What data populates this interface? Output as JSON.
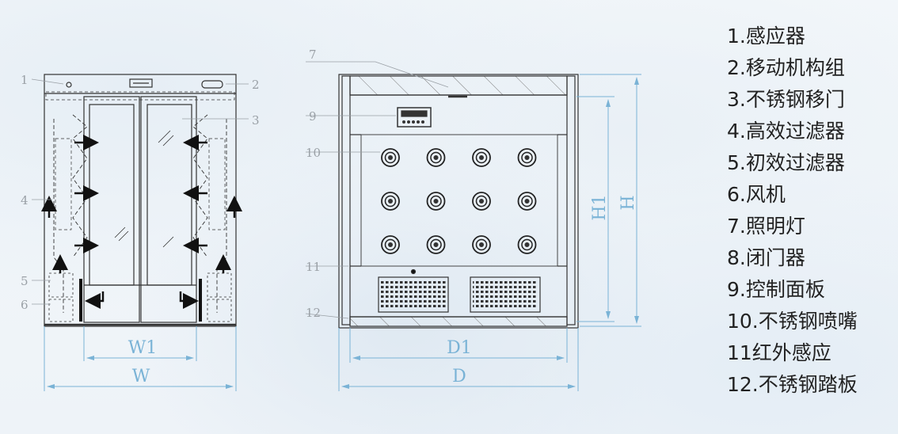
{
  "colors": {
    "line": "#333333",
    "dim": "#7ab3d6",
    "callout": "#9aa0a6",
    "legend_text": "#222222"
  },
  "front_view": {
    "callouts": [
      "1",
      "2",
      "3",
      "4",
      "5",
      "6"
    ],
    "dim_inner_width": "W1",
    "dim_outer_width": "W"
  },
  "side_view": {
    "callouts": [
      "7",
      "9",
      "10",
      "11",
      "12"
    ],
    "dim_inner_depth": "D1",
    "dim_outer_depth": "D",
    "dim_inner_height": "H1",
    "dim_outer_height": "H",
    "nozzle_rows": 3,
    "nozzle_cols": 4
  },
  "legend": [
    "1.感应器",
    "2.移动机构组",
    "3.不锈钢移门",
    "4.高效过滤器",
    "5.初效过滤器",
    "6.风机",
    "7.照明灯",
    "8.闭门器",
    "9.控制面板",
    "10.不锈钢喷嘴",
    "11红外感应",
    "12.不锈钢踏板"
  ]
}
